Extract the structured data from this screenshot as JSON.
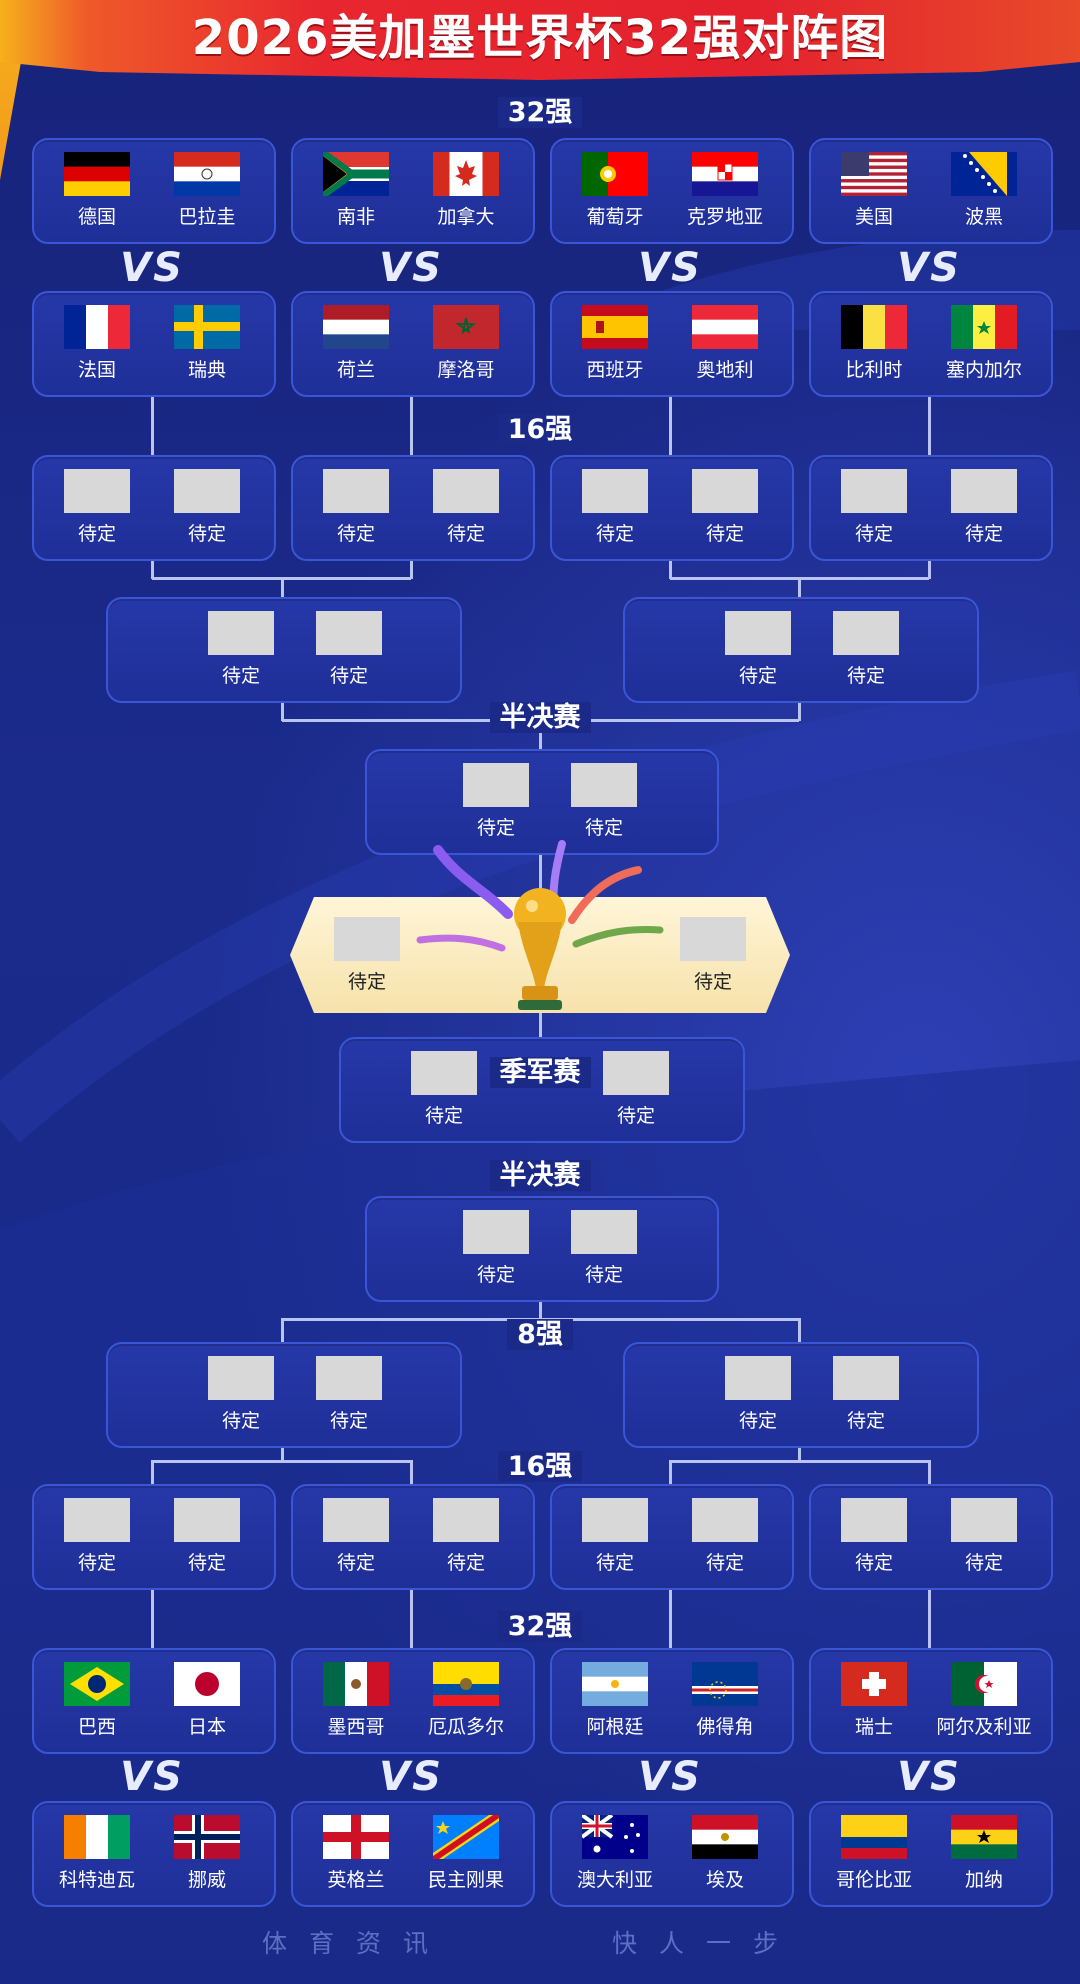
{
  "title": "2026美加墨世界杯32强对阵图",
  "labels": {
    "r32_top": "32强",
    "r16_top": "16强",
    "semi_top": "半决赛",
    "third_place": "季军赛",
    "semi_bottom": "半决赛",
    "qf_bottom": "8强",
    "r16_bottom": "16强",
    "r32_bottom": "32强"
  },
  "vs_text": "VS",
  "tbd": "待定",
  "teams_top_row1": [
    "德国",
    "巴拉圭",
    "南非",
    "加拿大",
    "葡萄牙",
    "克罗地亚",
    "美国",
    "波黑"
  ],
  "teams_top_row2": [
    "法国",
    "瑞典",
    "荷兰",
    "摩洛哥",
    "西班牙",
    "奥地利",
    "比利时",
    "塞内加尔"
  ],
  "teams_bottom_row1": [
    "巴西",
    "日本",
    "墨西哥",
    "厄瓜多尔",
    "阿根廷",
    "佛得角",
    "瑞士",
    "阿尔及利亚"
  ],
  "teams_bottom_row2": [
    "科特迪瓦",
    "挪威",
    "英格兰",
    "民主刚果",
    "澳大利亚",
    "埃及",
    "哥伦比亚",
    "加纳"
  ],
  "footer": {
    "left": "体育资讯",
    "right": "快人一步"
  }
}
